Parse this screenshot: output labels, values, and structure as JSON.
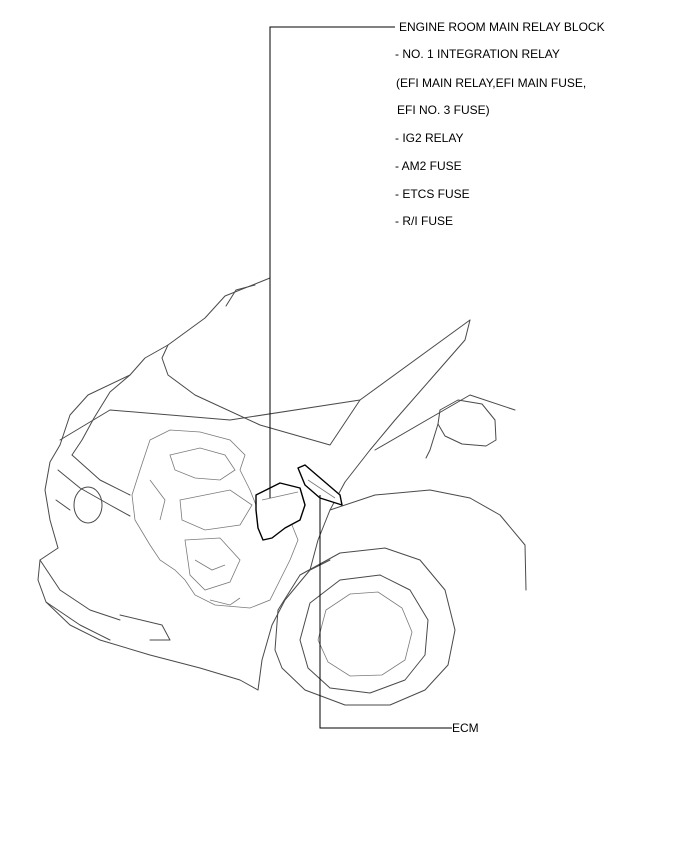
{
  "labels": {
    "relay_block_title": "ENGINE ROOM MAIN RELAY BLOCK",
    "relay_items": [
      " - NO. 1 INTEGRATION RELAY",
      "(EFI MAIN RELAY,EFI MAIN FUSE,",
      " EFI NO. 3 FUSE)",
      " - IG2 RELAY",
      " - AM2 FUSE",
      " - ETCS FUSE",
      " - R/I FUSE"
    ],
    "ecm": "ECM"
  }
}
